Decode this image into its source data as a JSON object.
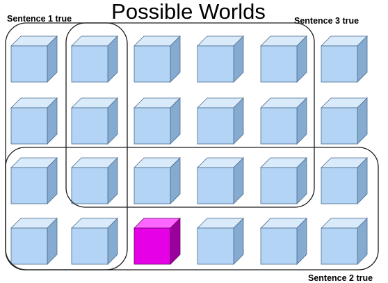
{
  "title": "Possible Worlds",
  "labels": {
    "sentence1": "Sentence 1 true",
    "sentence2": "Sentence 2 true",
    "sentence3": "Sentence 3 true"
  },
  "grid": {
    "rows": 4,
    "cols": 6
  },
  "highlighted_world": {
    "row": 3,
    "col": 2
  },
  "colors": {
    "cube_front": "#b3d4f4",
    "cube_top": "#d9eafb",
    "cube_side": "#86abd0",
    "cube_edge": "#4a6b8c",
    "highlight_front": "#e600e6",
    "highlight_top": "#ff66ff",
    "highlight_side": "#9c009c",
    "highlight_edge": "#660066"
  }
}
